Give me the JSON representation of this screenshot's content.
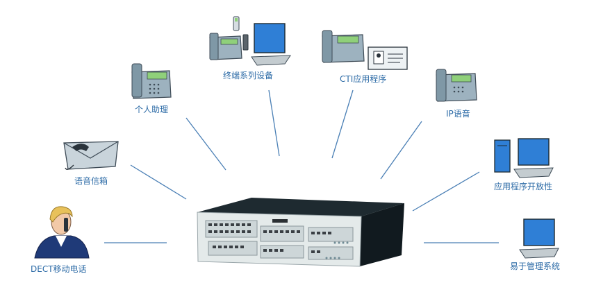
{
  "labels": {
    "voicemail": "语音信箱",
    "assistant": "个人助理",
    "terminal": "终端系列设备",
    "cti": "CTI应用程序",
    "ip_voice": "IP语音",
    "open_apps": "应用程序开放性",
    "dect": "DECT移动电话",
    "management": "易于管理系统"
  },
  "colors": {
    "label_text": "#2b6aa6",
    "connector": "#4a7fb5",
    "phone_body": "#9db2bf",
    "phone_screen": "#8fd07a",
    "monitor_screen": "#2f7fd6",
    "chassis_front": "#e4eaea",
    "chassis_top": "#1e2a30"
  },
  "icons": {
    "voicemail": "voicemail-envelope-icon",
    "assistant": "desk-phone-icon",
    "terminal": "terminal-devices-icon",
    "cti": "cti-phone-card-icon",
    "ip_voice": "ip-phone-icon",
    "open_apps": "workstation-icon",
    "dect": "dect-user-icon",
    "management": "management-monitor-icon",
    "hub": "pbx-chassis-icon"
  }
}
